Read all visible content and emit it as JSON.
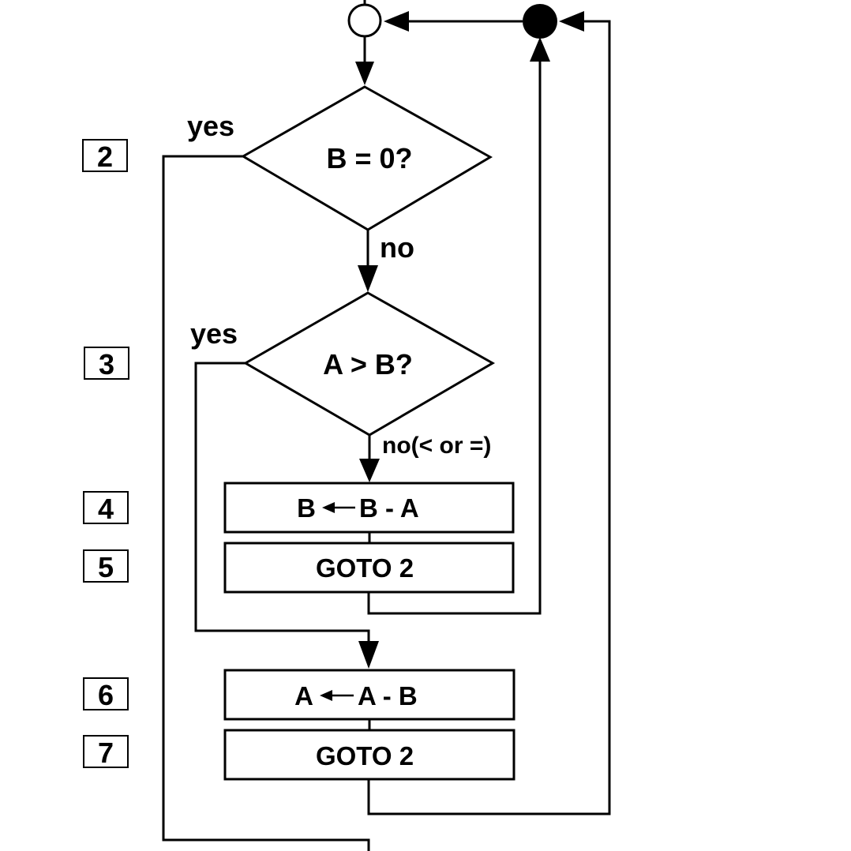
{
  "diagram": {
    "step_numbers": [
      "2",
      "3",
      "4",
      "5",
      "6",
      "7"
    ],
    "decision_1": {
      "text": "B = 0?",
      "yes_label": "yes",
      "no_label": "no"
    },
    "decision_2": {
      "text": "A > B?",
      "yes_label": "yes",
      "no_label": "no(< or =)"
    },
    "process_b_minus_a": {
      "left": "B",
      "right": "B - A"
    },
    "goto_after_b": "GOTO 2",
    "process_a_minus_b": {
      "left": "A",
      "right": "A - B"
    },
    "goto_after_a": "GOTO 2"
  }
}
